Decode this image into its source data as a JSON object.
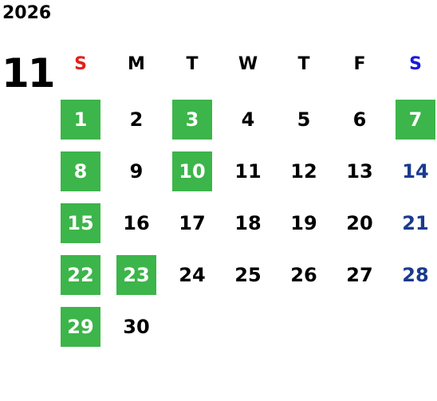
{
  "calendar": {
    "year": "2026",
    "month": "11",
    "weekdays": [
      "S",
      "M",
      "T",
      "W",
      "T",
      "F",
      "S"
    ],
    "weekday_colors": [
      "#e0201c",
      "#000000",
      "#000000",
      "#000000",
      "#000000",
      "#000000",
      "#1a1adb"
    ],
    "highlight_color": "#3cb54a",
    "saturday_number_color": "#1a3a8f",
    "weeks": [
      [
        {
          "d": "1",
          "hl": true
        },
        {
          "d": "2"
        },
        {
          "d": "3",
          "hl": true
        },
        {
          "d": "4"
        },
        {
          "d": "5"
        },
        {
          "d": "6"
        },
        {
          "d": "7",
          "hl": true
        }
      ],
      [
        {
          "d": "8",
          "hl": true
        },
        {
          "d": "9"
        },
        {
          "d": "10",
          "hl": true
        },
        {
          "d": "11"
        },
        {
          "d": "12"
        },
        {
          "d": "13"
        },
        {
          "d": "14",
          "sat": true
        }
      ],
      [
        {
          "d": "15",
          "hl": true
        },
        {
          "d": "16"
        },
        {
          "d": "17"
        },
        {
          "d": "18"
        },
        {
          "d": "19"
        },
        {
          "d": "20"
        },
        {
          "d": "21",
          "sat": true
        }
      ],
      [
        {
          "d": "22",
          "hl": true
        },
        {
          "d": "23",
          "hl": true
        },
        {
          "d": "24"
        },
        {
          "d": "25"
        },
        {
          "d": "26"
        },
        {
          "d": "27"
        },
        {
          "d": "28",
          "sat": true
        }
      ],
      [
        {
          "d": "29",
          "hl": true
        },
        {
          "d": "30"
        }
      ]
    ]
  }
}
